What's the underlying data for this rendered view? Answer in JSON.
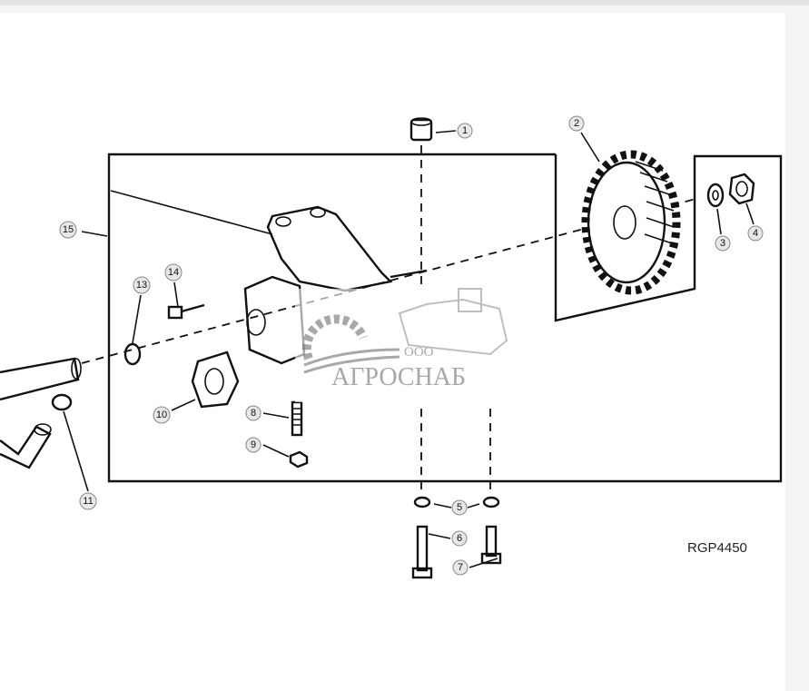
{
  "figure_id": "RGP4450",
  "callouts": [
    "1",
    "2",
    "3",
    "4",
    "5",
    "6",
    "7",
    "8",
    "9",
    "10",
    "11",
    "13",
    "14",
    "15"
  ],
  "watermark": {
    "prefix": "ООО",
    "name": "АГРОСНАБ"
  },
  "colors": {
    "line": "#111111",
    "callout_fill": "#e8e8e8",
    "watermark": "#9a9a9a"
  }
}
